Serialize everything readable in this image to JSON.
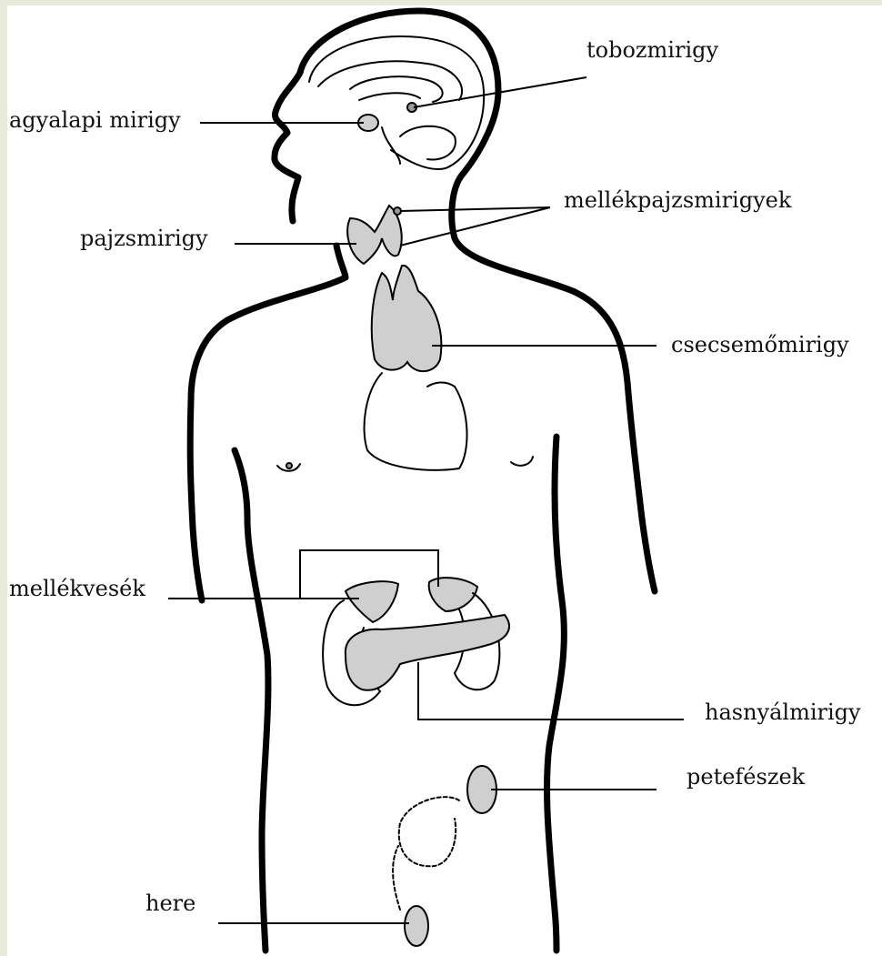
{
  "labels": {
    "pineal": "tobozmirigy",
    "pituitary": "agyalapi mirigy",
    "parathyroids": "mellékpajzsmirigyek",
    "thyroid": "pajzsmirigy",
    "thymus": "csecsemőmirigy",
    "adrenals": "mellékvesék",
    "pancreas": "hasnyálmirigy",
    "ovary": "petefészek",
    "testis": "here"
  },
  "colors": {
    "background": "#e9ead9",
    "paper": "#ffffff",
    "ink": "#000000",
    "gland_fill": "#cfcfcf"
  }
}
